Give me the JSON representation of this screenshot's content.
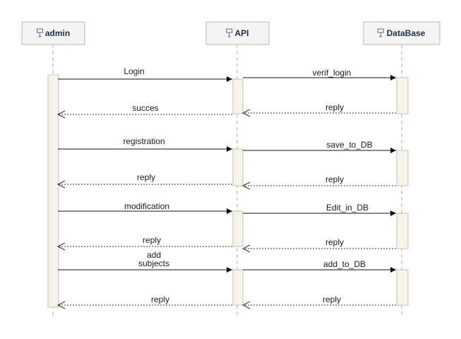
{
  "participants": [
    {
      "id": "admin",
      "name": "admin",
      "icon": "lifeline-icon"
    },
    {
      "id": "api",
      "name": "API",
      "icon": "lifeline-icon"
    },
    {
      "id": "db",
      "name": "DataBase",
      "icon": "lifeline-icon"
    }
  ],
  "messages": [
    {
      "from": "admin",
      "to": "api",
      "kind": "sync",
      "text": "Login"
    },
    {
      "from": "api",
      "to": "db",
      "kind": "sync",
      "text": "verif_login"
    },
    {
      "from": "db",
      "to": "api",
      "kind": "reply",
      "text": "reply"
    },
    {
      "from": "api",
      "to": "admin",
      "kind": "reply",
      "text": "succes"
    },
    {
      "from": "admin",
      "to": "api",
      "kind": "sync",
      "text": "registration"
    },
    {
      "from": "api",
      "to": "db",
      "kind": "sync",
      "text": "save_to_DB"
    },
    {
      "from": "db",
      "to": "api",
      "kind": "reply",
      "text": "reply"
    },
    {
      "from": "api",
      "to": "admin",
      "kind": "reply",
      "text": "reply"
    },
    {
      "from": "admin",
      "to": "api",
      "kind": "sync",
      "text": "modification"
    },
    {
      "from": "api",
      "to": "db",
      "kind": "sync",
      "text": "Edit_in_DB"
    },
    {
      "from": "db",
      "to": "api",
      "kind": "reply",
      "text": "reply"
    },
    {
      "from": "api",
      "to": "admin",
      "kind": "reply",
      "text": "reply"
    },
    {
      "from": "admin",
      "to": "api",
      "kind": "sync",
      "text": "add\nsubjects"
    },
    {
      "from": "api",
      "to": "db",
      "kind": "sync",
      "text": "add_to_DB"
    },
    {
      "from": "db",
      "to": "api",
      "kind": "reply",
      "text": "reply"
    },
    {
      "from": "api",
      "to": "admin",
      "kind": "reply",
      "text": "reply"
    }
  ],
  "colors": {
    "header_fill": "#f4f4f2",
    "header_border": "#b9b9b9",
    "header_text": "#1d2f4a",
    "activation_fill": "#f7f3ea",
    "activation_border": "#c9c0ad",
    "lifeline": "#a8a8a8",
    "arrow": "#111111"
  }
}
